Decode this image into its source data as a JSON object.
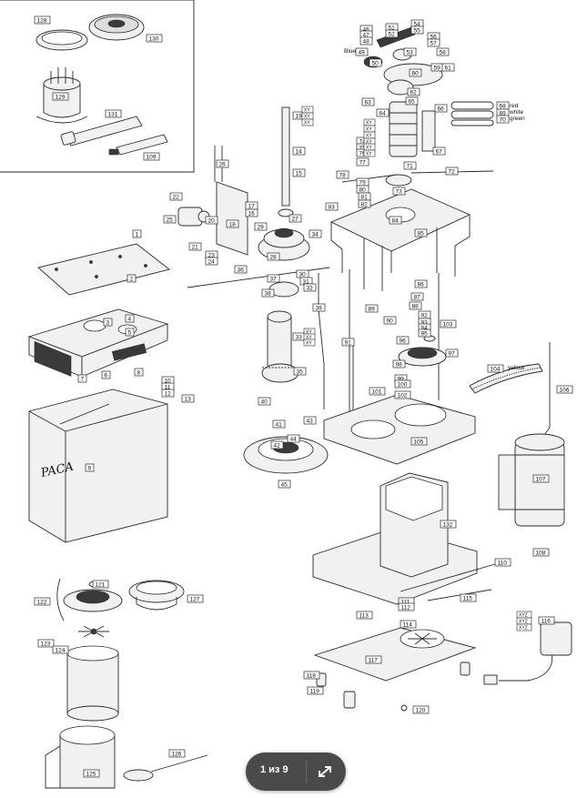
{
  "callouts": [
    "128",
    "130",
    "129",
    "131",
    "109",
    "26",
    "22",
    "25",
    "20",
    "21",
    "23",
    "24",
    "17",
    "16",
    "18",
    "19",
    "14",
    "15",
    "27",
    "29",
    "28",
    "34",
    "36",
    "37",
    "30",
    "31",
    "32",
    "38",
    "1",
    "2",
    "3",
    "4",
    "5",
    "6",
    "7",
    "8",
    "9",
    "10",
    "11",
    "12",
    "13",
    "39",
    "33",
    "35",
    "40",
    "41",
    "42",
    "43",
    "44",
    "45",
    "46",
    "47",
    "48",
    "49",
    "50",
    "51",
    "52",
    "53",
    "54",
    "55",
    "56",
    "57",
    "58",
    "59",
    "60",
    "61",
    "62",
    "63",
    "64",
    "65",
    "66",
    "67",
    "68",
    "69",
    "70",
    "71",
    "72",
    "73",
    "74",
    "75",
    "76",
    "77",
    "78",
    "79",
    "80",
    "81",
    "82",
    "83",
    "84",
    "85",
    "86",
    "87",
    "88",
    "89",
    "90",
    "91",
    "92",
    "93",
    "94",
    "95",
    "96",
    "97",
    "98",
    "99",
    "100",
    "101",
    "102",
    "103",
    "104",
    "105",
    "106",
    "107",
    "108",
    "110",
    "111",
    "112",
    "113",
    "114",
    "115",
    "116",
    "117",
    "118",
    "119",
    "120",
    "121",
    "122",
    "123",
    "124",
    "125",
    "126",
    "127",
    "132"
  ],
  "xy_tags": [
    "XY",
    "XY",
    "XY",
    "XY",
    "XY",
    "XY",
    "XY",
    "XY",
    "XY",
    "XY",
    "XY",
    "XY",
    "XYZ",
    "XYZ",
    "XYZ"
  ],
  "color_labels": {
    "blue": "Blue",
    "red": "red",
    "white": "white",
    "green": "green",
    "yellow": "yellow"
  },
  "logo": "PACA",
  "viewer": {
    "page": "1 из 9",
    "expand_icon": "expand-arrows-icon"
  },
  "colors": {
    "line": "#2a2a2a",
    "fill": "#f1f1f1",
    "viewer_bg": "#4a4a4a",
    "viewer_text": "#ffffff"
  }
}
